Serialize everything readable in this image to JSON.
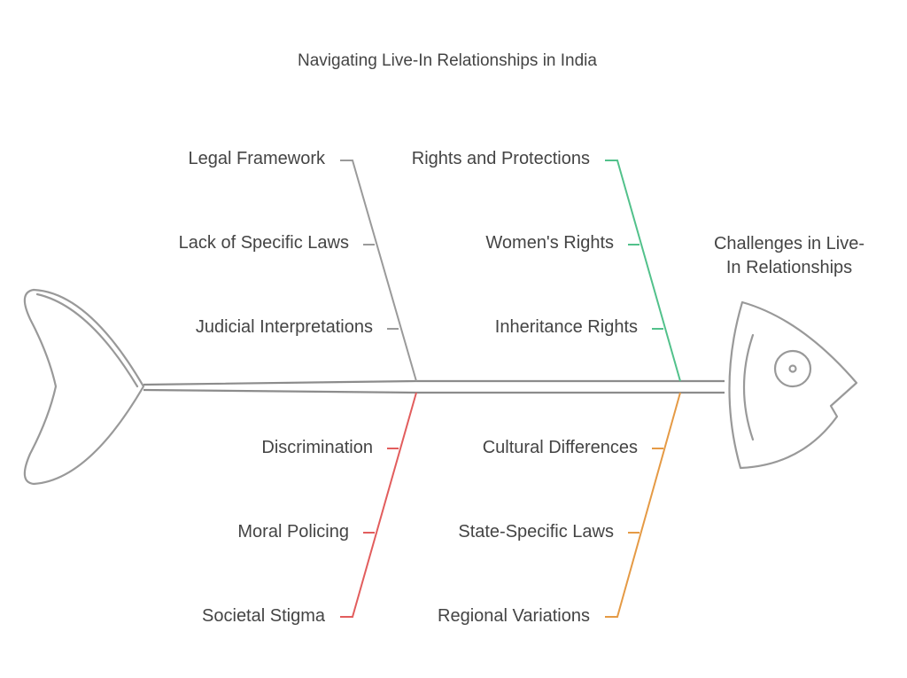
{
  "title": "Navigating Live-In Relationships in India",
  "head_label": "Challenges in Live-\nIn Relationships",
  "categories": [
    {
      "key": "legal",
      "label": "Legal Framework",
      "color": "#9a9a9a",
      "causes": [
        "Lack of Specific Laws",
        "Judicial Interpretations"
      ]
    },
    {
      "key": "rights",
      "label": "Rights and Protections",
      "color": "#52c18b",
      "causes": [
        "Women's Rights",
        "Inheritance Rights"
      ]
    },
    {
      "key": "social",
      "label": "Societal Stigma",
      "color": "#e25d5d",
      "causes": [
        "Moral Policing",
        "Discrimination"
      ]
    },
    {
      "key": "regional",
      "label": "Regional Variations",
      "color": "#e59a45",
      "causes": [
        "State-Specific Laws",
        "Cultural Differences"
      ]
    }
  ],
  "colors": {
    "text": "#444444",
    "outline": "#999999",
    "spine": "#8c8c8c"
  }
}
